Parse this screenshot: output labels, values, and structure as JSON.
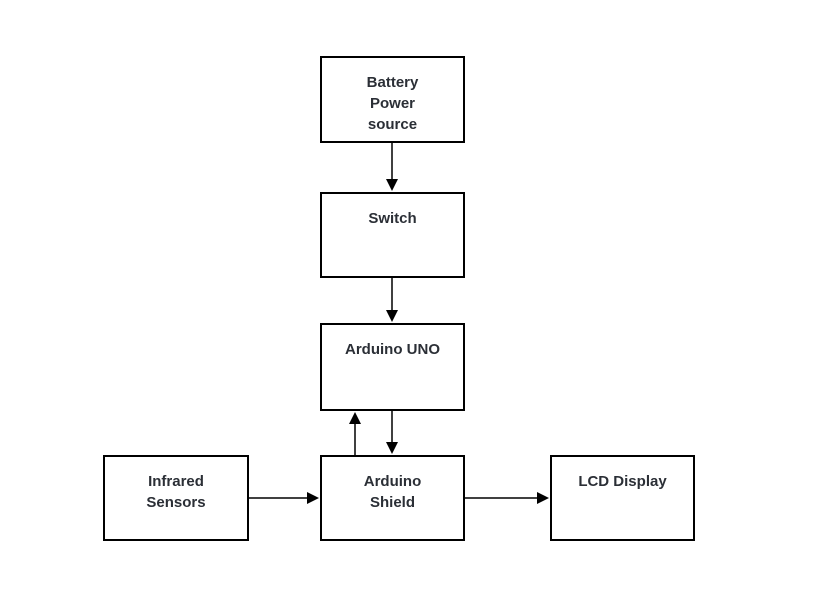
{
  "diagram": {
    "type": "block-diagram",
    "background": "#ffffff",
    "colors": {
      "node_fill": "#ffffff",
      "node_border": "#000000",
      "text": "#2b2f36",
      "edge": "#000000"
    },
    "nodes": {
      "battery": {
        "label": "Battery\nPower\nsource"
      },
      "switch": {
        "label": "Switch"
      },
      "arduino_uno": {
        "label": "Arduino UNO"
      },
      "arduino_shield": {
        "label": "Arduino\nShield"
      },
      "infrared_sensors": {
        "label": "Infrared\nSensors"
      },
      "lcd_display": {
        "label": "LCD Display"
      }
    },
    "edges": [
      {
        "from": "battery",
        "to": "switch",
        "direction": "down"
      },
      {
        "from": "switch",
        "to": "arduino_uno",
        "direction": "down"
      },
      {
        "from": "arduino_uno",
        "to": "arduino_shield",
        "direction": "down"
      },
      {
        "from": "arduino_shield",
        "to": "arduino_uno",
        "direction": "up"
      },
      {
        "from": "infrared_sensors",
        "to": "arduino_shield",
        "direction": "right"
      },
      {
        "from": "arduino_shield",
        "to": "lcd_display",
        "direction": "right"
      }
    ]
  }
}
